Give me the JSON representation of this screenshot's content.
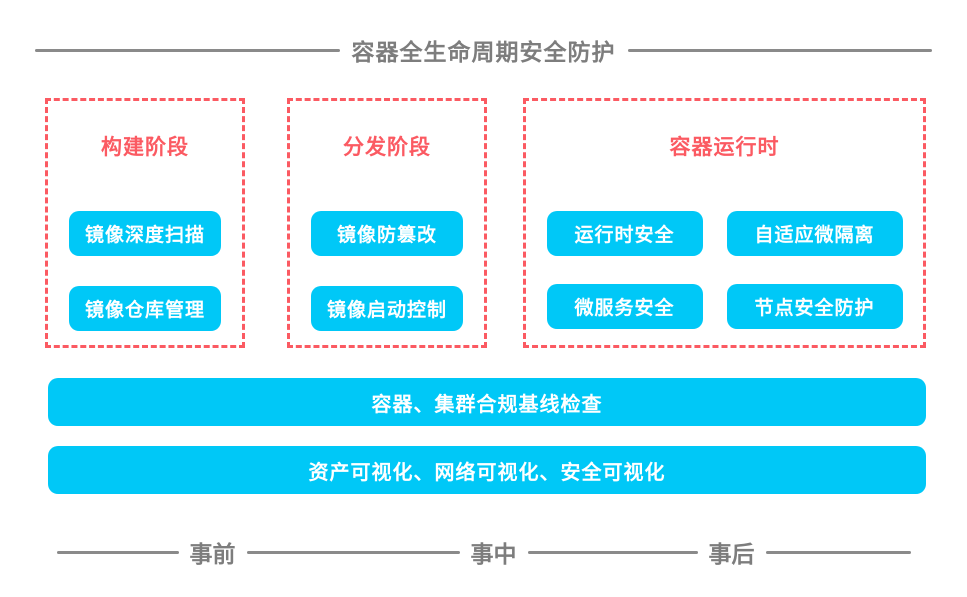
{
  "title": "容器全生命周期安全防护",
  "colors": {
    "accent_cyan": "#00c8f7",
    "accent_red": "#fb5a62",
    "line_gray": "#8a8a8a",
    "text_gray": "#7d7d7d",
    "pill_text": "#ffffff"
  },
  "phases": [
    {
      "name": "构建阶段",
      "items": [
        "镜像深度扫描",
        "镜像仓库管理"
      ]
    },
    {
      "name": "分发阶段",
      "items": [
        "镜像防篡改",
        "镜像启动控制"
      ]
    },
    {
      "name": "容器运行时",
      "items": [
        "运行时安全",
        "自适应微隔离",
        "微服务安全",
        "节点安全防护"
      ]
    }
  ],
  "bars": [
    "容器、集群合规基线检查",
    "资产可视化、网络可视化、安全可视化"
  ],
  "timeline": [
    "事前",
    "事中",
    "事后"
  ]
}
